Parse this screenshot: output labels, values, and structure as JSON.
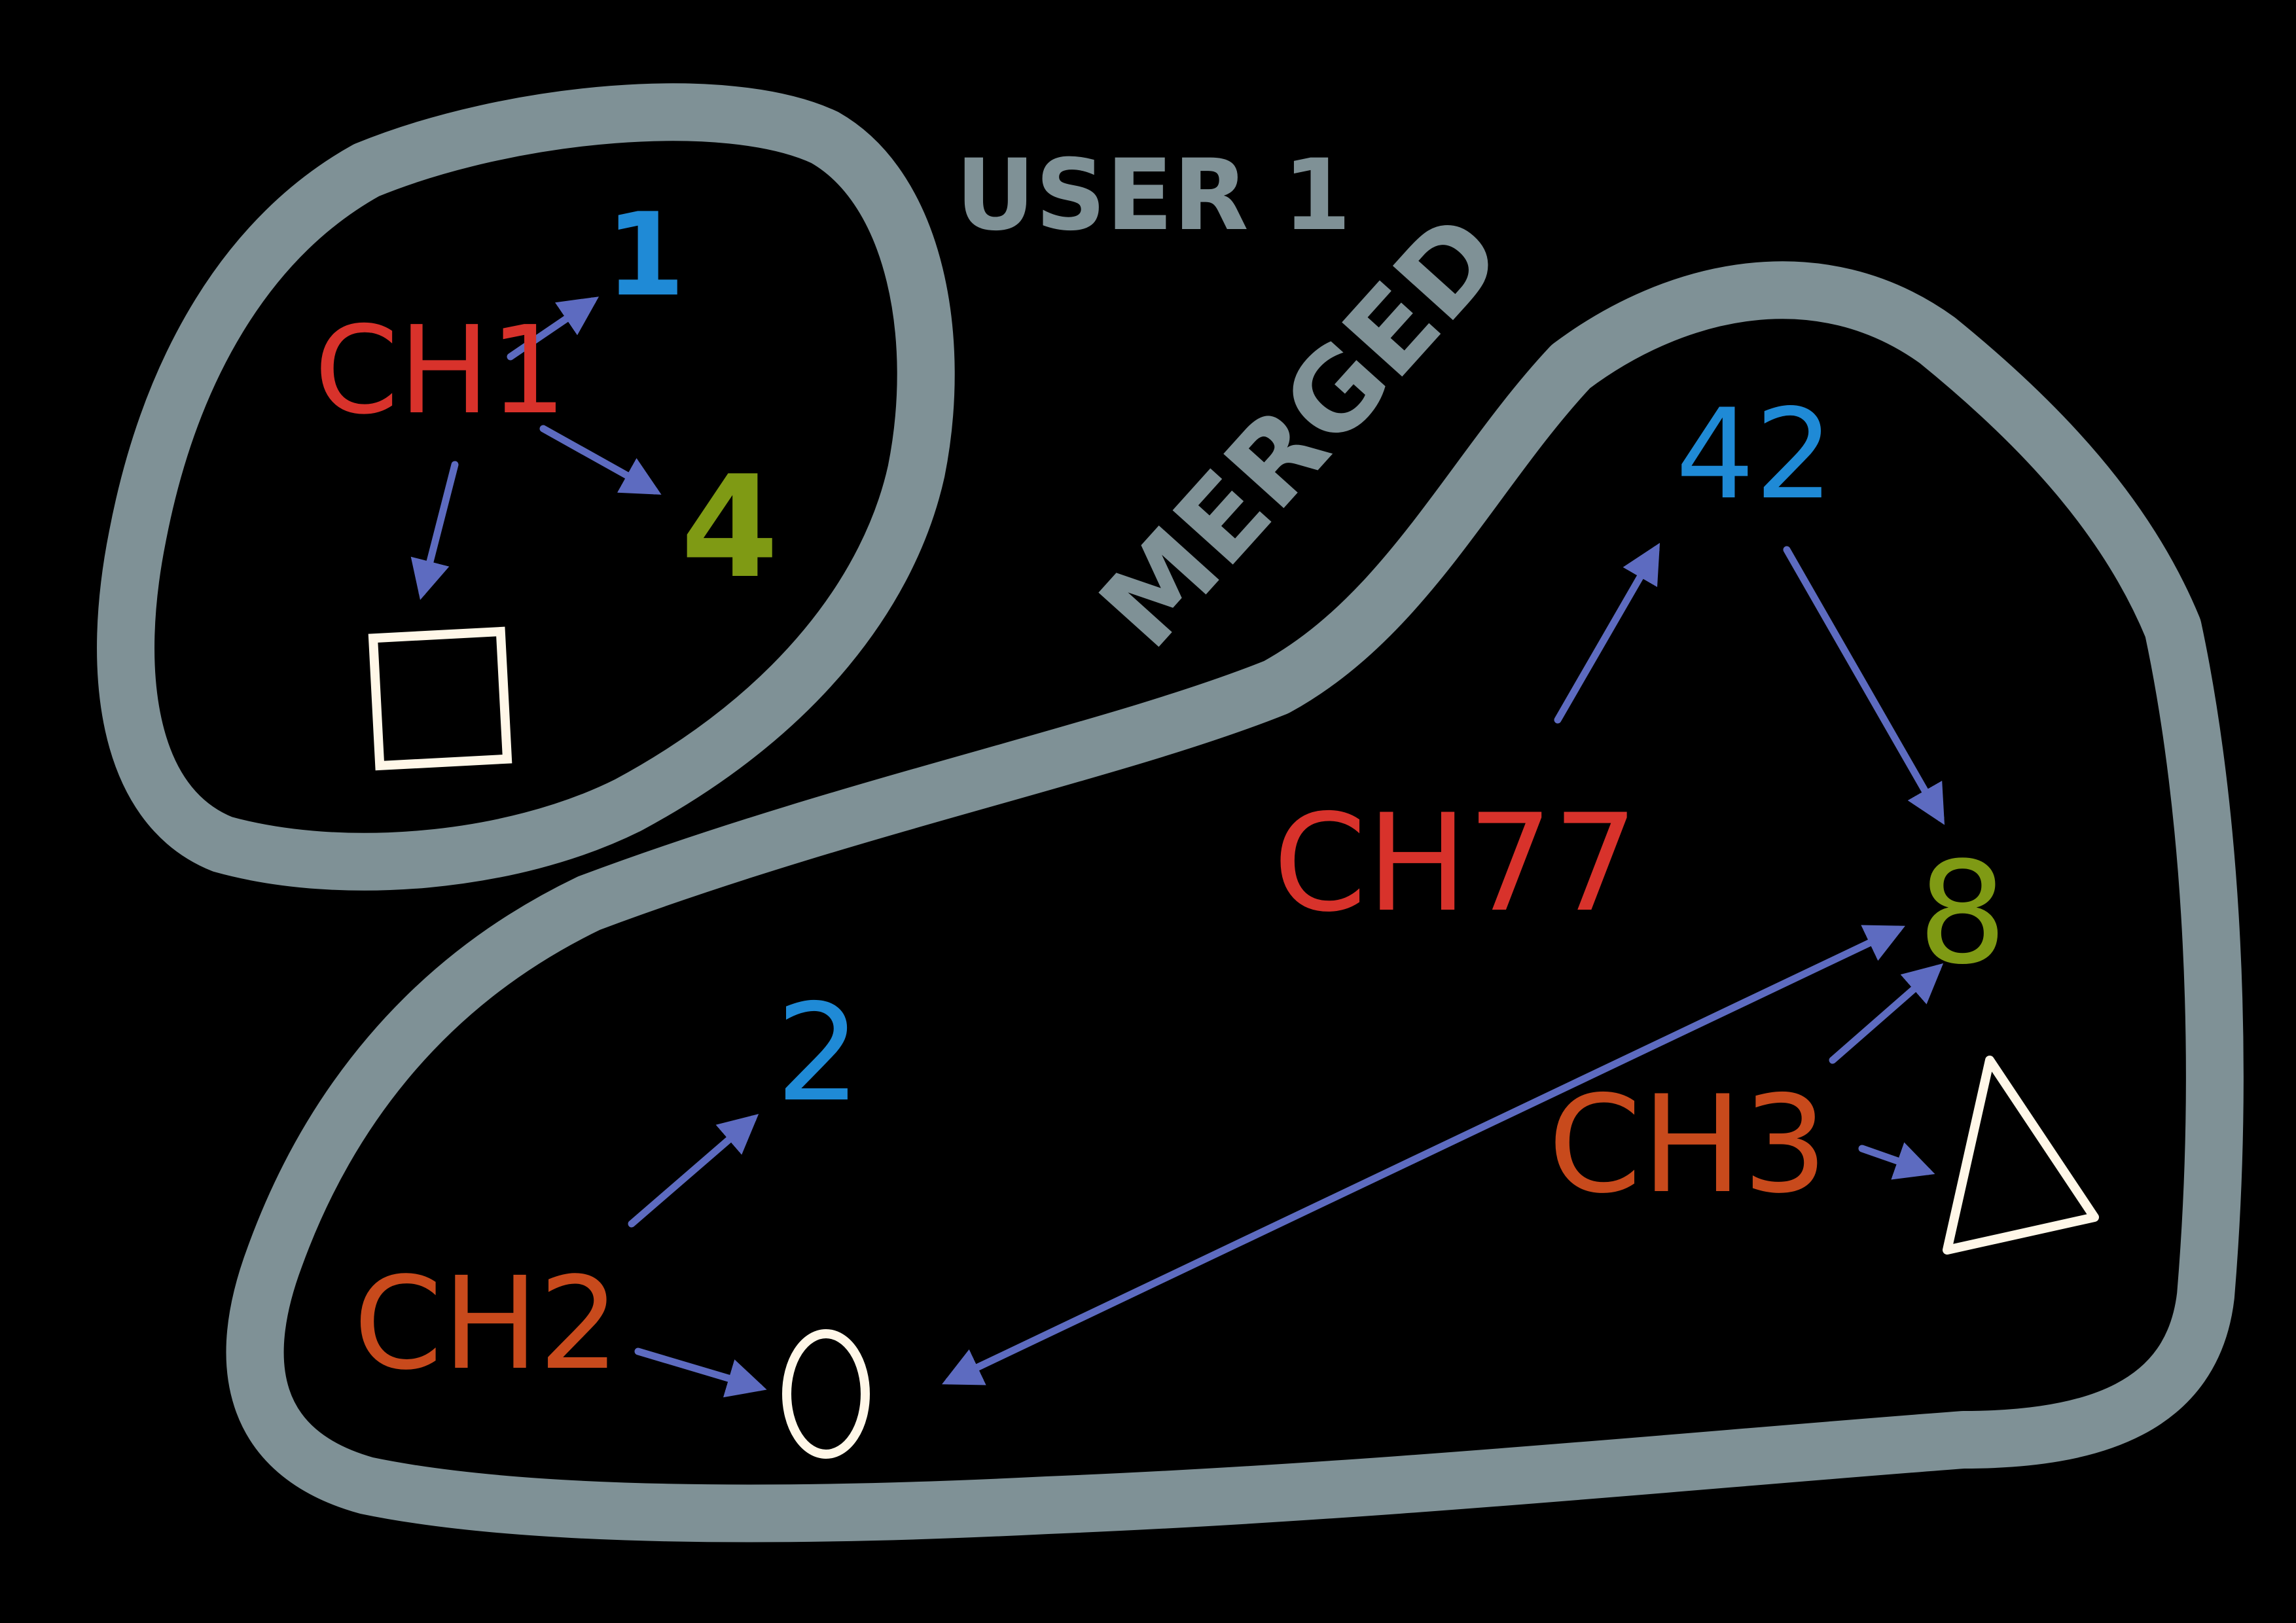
{
  "regions": {
    "user": {
      "label": "USER 1"
    },
    "merged": {
      "label": "MERGED"
    }
  },
  "nodes": {
    "ch1": "CH1",
    "ch77": "CH77",
    "ch2": "CH2",
    "ch3": "CH3",
    "v1": "1",
    "v4": "4",
    "v42": "42",
    "v2": "2",
    "v8": "8"
  },
  "shapes": {
    "user": "square",
    "ch2": "circle",
    "ch3": "triangle"
  },
  "colors": {
    "background": "#000000",
    "blob": "#7f9196",
    "label_gray": "#7f9196",
    "arrow": "#5d6bc0",
    "ch_red": "#d8322b",
    "ch_orange": "#c84a1c",
    "num_blue": "#1f8ad6",
    "num_olive": "#7f9a14",
    "shape_cream": "#fff7e8"
  }
}
